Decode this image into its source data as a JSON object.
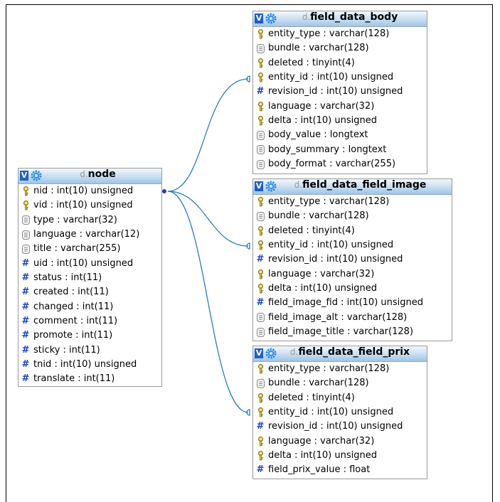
{
  "tables": [
    {
      "id": "node",
      "db": "d.",
      "name": "node",
      "columns": [
        {
          "text": "nid : int(10) unsigned",
          "icon": "key-icon"
        },
        {
          "text": "vid : int(10) unsigned",
          "icon": "key-icon"
        },
        {
          "text": "type : varchar(32)",
          "icon": "text-field-icon"
        },
        {
          "text": "language : varchar(12)",
          "icon": "text-field-icon"
        },
        {
          "text": "title : varchar(255)",
          "icon": "text-field-icon"
        },
        {
          "text": "uid : int(10) unsigned",
          "icon": "numeric-field-icon"
        },
        {
          "text": "status : int(11)",
          "icon": "numeric-field-icon"
        },
        {
          "text": "created : int(11)",
          "icon": "numeric-field-icon"
        },
        {
          "text": "changed : int(11)",
          "icon": "numeric-field-icon"
        },
        {
          "text": "comment : int(11)",
          "icon": "numeric-field-icon"
        },
        {
          "text": "promote : int(11)",
          "icon": "numeric-field-icon"
        },
        {
          "text": "sticky : int(11)",
          "icon": "numeric-field-icon"
        },
        {
          "text": "tnid : int(10) unsigned",
          "icon": "numeric-field-icon"
        },
        {
          "text": "translate : int(11)",
          "icon": "numeric-field-icon"
        }
      ]
    },
    {
      "id": "body",
      "db": "d.",
      "name": "field_data_body",
      "columns": [
        {
          "text": "entity_type : varchar(128)",
          "icon": "key-icon"
        },
        {
          "text": "bundle : varchar(128)",
          "icon": "text-field-icon"
        },
        {
          "text": "deleted : tinyint(4)",
          "icon": "key-icon"
        },
        {
          "text": "entity_id : int(10) unsigned",
          "icon": "key-icon"
        },
        {
          "text": "revision_id : int(10) unsigned",
          "icon": "numeric-field-icon"
        },
        {
          "text": "language : varchar(32)",
          "icon": "key-icon"
        },
        {
          "text": "delta : int(10) unsigned",
          "icon": "key-icon"
        },
        {
          "text": "body_value : longtext",
          "icon": "text-field-icon"
        },
        {
          "text": "body_summary : longtext",
          "icon": "text-field-icon"
        },
        {
          "text": "body_format : varchar(255)",
          "icon": "text-field-icon"
        }
      ]
    },
    {
      "id": "image",
      "db": "d.",
      "name": "field_data_field_image",
      "columns": [
        {
          "text": "entity_type : varchar(128)",
          "icon": "key-icon"
        },
        {
          "text": "bundle : varchar(128)",
          "icon": "text-field-icon"
        },
        {
          "text": "deleted : tinyint(4)",
          "icon": "key-icon"
        },
        {
          "text": "entity_id : int(10) unsigned",
          "icon": "key-icon"
        },
        {
          "text": "revision_id : int(10) unsigned",
          "icon": "numeric-field-icon"
        },
        {
          "text": "language : varchar(32)",
          "icon": "key-icon"
        },
        {
          "text": "delta : int(10) unsigned",
          "icon": "key-icon"
        },
        {
          "text": "field_image_fid : int(10) unsigned",
          "icon": "numeric-field-icon"
        },
        {
          "text": "field_image_alt : varchar(128)",
          "icon": "text-field-icon"
        },
        {
          "text": "field_image_title : varchar(128)",
          "icon": "text-field-icon"
        }
      ]
    },
    {
      "id": "prix",
      "db": "d.",
      "name": "field_data_field_prix",
      "columns": [
        {
          "text": "entity_type : varchar(128)",
          "icon": "key-icon"
        },
        {
          "text": "bundle : varchar(128)",
          "icon": "text-field-icon"
        },
        {
          "text": "deleted : tinyint(4)",
          "icon": "key-icon"
        },
        {
          "text": "entity_id : int(10) unsigned",
          "icon": "key-icon"
        },
        {
          "text": "revision_id : int(10) unsigned",
          "icon": "numeric-field-icon"
        },
        {
          "text": "language : varchar(32)",
          "icon": "key-icon"
        },
        {
          "text": "delta : int(10) unsigned",
          "icon": "key-icon"
        },
        {
          "text": "field_prix_value : float",
          "icon": "numeric-field-icon"
        }
      ]
    }
  ],
  "relations": [
    {
      "from": "node.nid",
      "to": "field_data_body.entity_id"
    },
    {
      "from": "node.nid",
      "to": "field_data_field_image.entity_id"
    },
    {
      "from": "node.nid",
      "to": "field_data_field_prix.entity_id"
    }
  ],
  "colors": {
    "link": "#2a7db4",
    "header": "#9fc4e6",
    "numeric_icon": "#1a3fbf"
  }
}
